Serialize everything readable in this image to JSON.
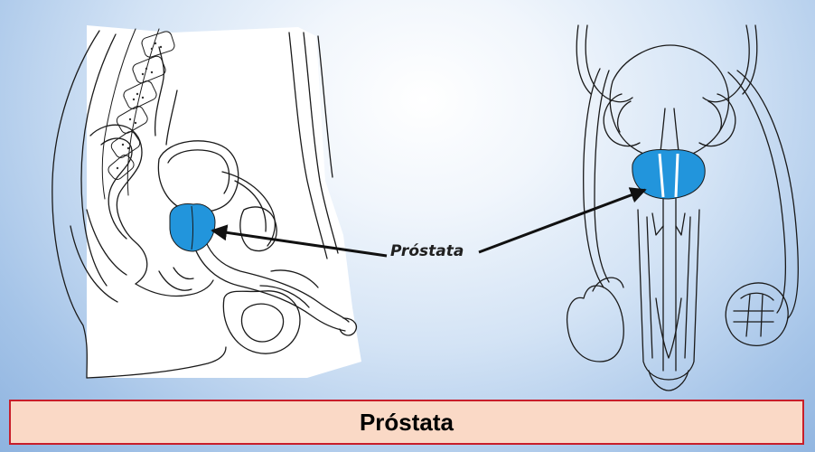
{
  "callout": {
    "label": "Próstata"
  },
  "title": "Próstata",
  "colors": {
    "prostate": "#2295dc",
    "arrow": "#111111",
    "title_fill": "#fad9c6",
    "title_border": "#c81e2a",
    "line_art": "#1a1a1a"
  },
  "illustrations": {
    "left": "sagittal-pelvis-illustration",
    "right": "frontal-male-reproductive-illustration"
  }
}
